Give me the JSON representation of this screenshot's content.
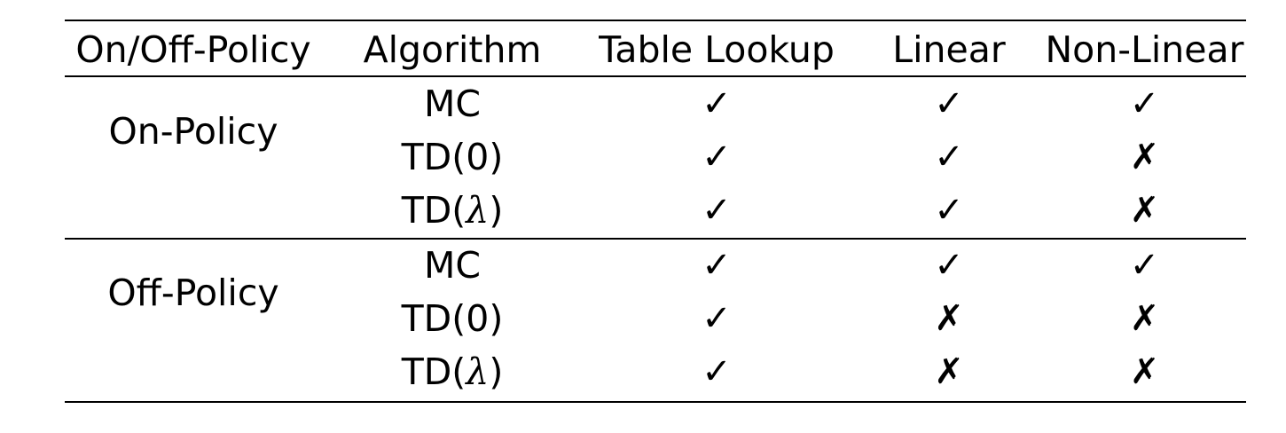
{
  "table": {
    "headers": [
      "On/Off-Policy",
      "Algorithm",
      "Table Lookup",
      "Linear",
      "Non-Linear"
    ],
    "groups": [
      {
        "label": "On-Policy",
        "rows": [
          {
            "algorithm": "MC",
            "table_lookup": "✓",
            "linear": "✓",
            "non_linear": "✓"
          },
          {
            "algorithm": "TD(0)",
            "table_lookup": "✓",
            "linear": "✓",
            "non_linear": "✗"
          },
          {
            "algorithm": "TD(λ)",
            "table_lookup": "✓",
            "linear": "✓",
            "non_linear": "✗"
          }
        ]
      },
      {
        "label": "Off-Policy",
        "rows": [
          {
            "algorithm": "MC",
            "table_lookup": "✓",
            "linear": "✓",
            "non_linear": "✓"
          },
          {
            "algorithm": "TD(0)",
            "table_lookup": "✓",
            "linear": "✗",
            "non_linear": "✗"
          },
          {
            "algorithm": "TD(λ)",
            "table_lookup": "✓",
            "linear": "✗",
            "non_linear": "✗"
          }
        ]
      }
    ]
  }
}
